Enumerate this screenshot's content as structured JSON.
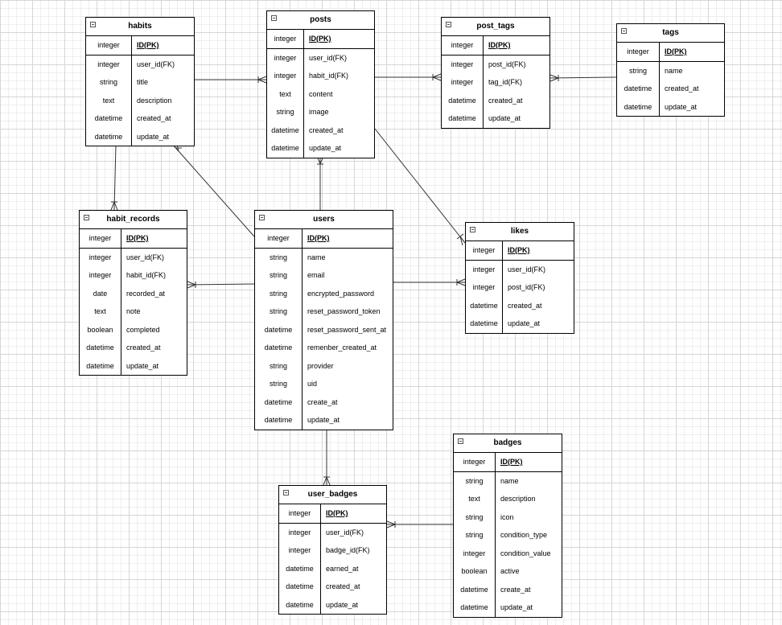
{
  "entities": {
    "habits": {
      "name": "habits",
      "fields": [
        {
          "type": "integer",
          "name": "ID(PK)"
        },
        {
          "type": "integer",
          "name": "user_id(FK)"
        },
        {
          "type": "string",
          "name": "title"
        },
        {
          "type": "text",
          "name": "description"
        },
        {
          "type": "datetime",
          "name": "created_at"
        },
        {
          "type": "datetime",
          "name": "update_at"
        }
      ]
    },
    "posts": {
      "name": "posts",
      "fields": [
        {
          "type": "integer",
          "name": "ID(PK)"
        },
        {
          "type": "integer",
          "name": "user_id(FK)"
        },
        {
          "type": "integer",
          "name": "habit_id(FK)"
        },
        {
          "type": "text",
          "name": "content"
        },
        {
          "type": "string",
          "name": "image"
        },
        {
          "type": "datetime",
          "name": "created_at"
        },
        {
          "type": "datetime",
          "name": "update_at"
        }
      ]
    },
    "post_tags": {
      "name": "post_tags",
      "fields": [
        {
          "type": "integer",
          "name": "ID(PK)"
        },
        {
          "type": "integer",
          "name": "post_id(FK)"
        },
        {
          "type": "integer",
          "name": "tag_id(FK)"
        },
        {
          "type": "datetime",
          "name": "created_at"
        },
        {
          "type": "datetime",
          "name": "update_at"
        }
      ]
    },
    "tags": {
      "name": "tags",
      "fields": [
        {
          "type": "integer",
          "name": "ID(PK)"
        },
        {
          "type": "string",
          "name": "name"
        },
        {
          "type": "datetime",
          "name": "created_at"
        },
        {
          "type": "datetime",
          "name": "update_at"
        }
      ]
    },
    "habit_records": {
      "name": "habit_records",
      "fields": [
        {
          "type": "integer",
          "name": "ID(PK)"
        },
        {
          "type": "integer",
          "name": "user_id(FK)"
        },
        {
          "type": "integer",
          "name": "habit_id(FK)"
        },
        {
          "type": "date",
          "name": "recorded_at"
        },
        {
          "type": "text",
          "name": "note"
        },
        {
          "type": "boolean",
          "name": "completed"
        },
        {
          "type": "datetime",
          "name": "created_at"
        },
        {
          "type": "datetime",
          "name": "update_at"
        }
      ]
    },
    "users": {
      "name": "users",
      "fields": [
        {
          "type": "integer",
          "name": "ID(PK)"
        },
        {
          "type": "string",
          "name": "name"
        },
        {
          "type": "string",
          "name": "email"
        },
        {
          "type": "string",
          "name": "encrypted_password"
        },
        {
          "type": "string",
          "name": "reset_password_token"
        },
        {
          "type": "datetime",
          "name": "reset_password_sent_at"
        },
        {
          "type": "datetime",
          "name": "remenber_created_at"
        },
        {
          "type": "string",
          "name": "provider"
        },
        {
          "type": "string",
          "name": "uid"
        },
        {
          "type": "datetime",
          "name": "create_at"
        },
        {
          "type": "datetime",
          "name": "update_at"
        }
      ]
    },
    "likes": {
      "name": "likes",
      "fields": [
        {
          "type": "integer",
          "name": "ID(PK)"
        },
        {
          "type": "integer",
          "name": "user_id(FK)"
        },
        {
          "type": "integer",
          "name": "post_id(FK)"
        },
        {
          "type": "datetime",
          "name": "created_at"
        },
        {
          "type": "datetime",
          "name": "update_at"
        }
      ]
    },
    "badges": {
      "name": "badges",
      "fields": [
        {
          "type": "integer",
          "name": "ID(PK)"
        },
        {
          "type": "string",
          "name": "name"
        },
        {
          "type": "text",
          "name": "description"
        },
        {
          "type": "string",
          "name": "icon"
        },
        {
          "type": "string",
          "name": "condition_type"
        },
        {
          "type": "integer",
          "name": "condition_value"
        },
        {
          "type": "boolean",
          "name": "active"
        },
        {
          "type": "datetime",
          "name": "create_at"
        },
        {
          "type": "datetime",
          "name": "update_at"
        }
      ]
    },
    "user_badges": {
      "name": "user_badges",
      "fields": [
        {
          "type": "integer",
          "name": "ID(PK)"
        },
        {
          "type": "integer",
          "name": "user_id(FK)"
        },
        {
          "type": "integer",
          "name": "badge_id(FK)"
        },
        {
          "type": "datetime",
          "name": "earned_at"
        },
        {
          "type": "datetime",
          "name": "created_at"
        },
        {
          "type": "datetime",
          "name": "update_at"
        }
      ]
    }
  },
  "relationships": [
    {
      "from": "habits",
      "to": "posts",
      "cardinality": "one-to-many"
    },
    {
      "from": "posts",
      "to": "post_tags",
      "cardinality": "one-to-many"
    },
    {
      "from": "tags",
      "to": "post_tags",
      "cardinality": "one-to-many"
    },
    {
      "from": "habits",
      "to": "habit_records",
      "cardinality": "one-to-many"
    },
    {
      "from": "users",
      "to": "habits",
      "cardinality": "one-to-many"
    },
    {
      "from": "users",
      "to": "posts",
      "cardinality": "one-to-many"
    },
    {
      "from": "posts",
      "to": "likes",
      "cardinality": "one-to-many"
    },
    {
      "from": "users",
      "to": "habit_records",
      "cardinality": "one-to-many"
    },
    {
      "from": "users",
      "to": "likes",
      "cardinality": "one-to-many"
    },
    {
      "from": "users",
      "to": "user_badges",
      "cardinality": "one-to-many"
    },
    {
      "from": "badges",
      "to": "user_badges",
      "cardinality": "one-to-many"
    }
  ]
}
